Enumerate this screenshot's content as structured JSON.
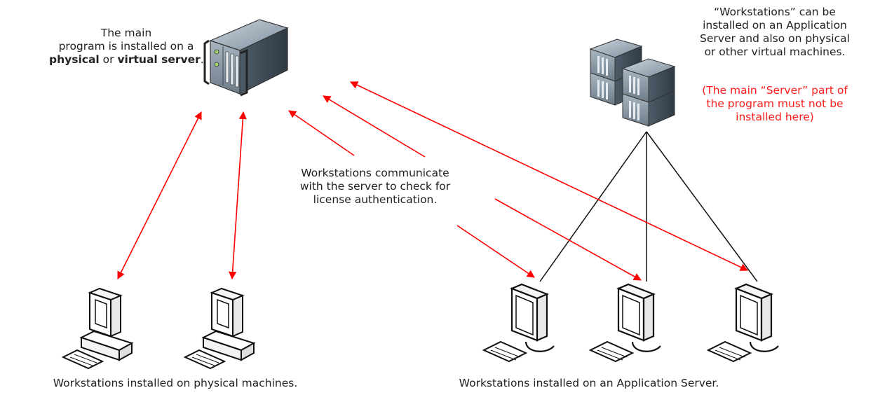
{
  "labels": {
    "main_program": {
      "line1": "The main",
      "line2": "program is installed on a",
      "line3_bold1": "physical",
      "line3_mid": " or ",
      "line3_bold2": "virtual server",
      "line3_end": "."
    },
    "app_server_note": {
      "line1": "“Workstations” can be",
      "line2": "installed on an Application",
      "line3": "Server and also on physical",
      "line4": "or other virtual machines."
    },
    "server_warning": {
      "line1": "(The main “Server” part of",
      "line2": "the program must not be",
      "line3": "installed here)"
    },
    "communication": {
      "line1": "Workstations communicate",
      "line2": "with the server to check for",
      "line3": "license authentication."
    },
    "physical_caption": "Workstations installed on physical machines.",
    "appserver_caption": "Workstations installed on an Application Server."
  },
  "colors": {
    "arrow": "#ff0000",
    "connector": "#111111",
    "warning_text": "#ff1a1a"
  },
  "icons": {
    "main_server": "rack-server-icon",
    "application_server": "server-cluster-icon",
    "physical_workstation": "desktop-pc-icon",
    "virtual_workstation": "thin-client-monitor-icon"
  }
}
